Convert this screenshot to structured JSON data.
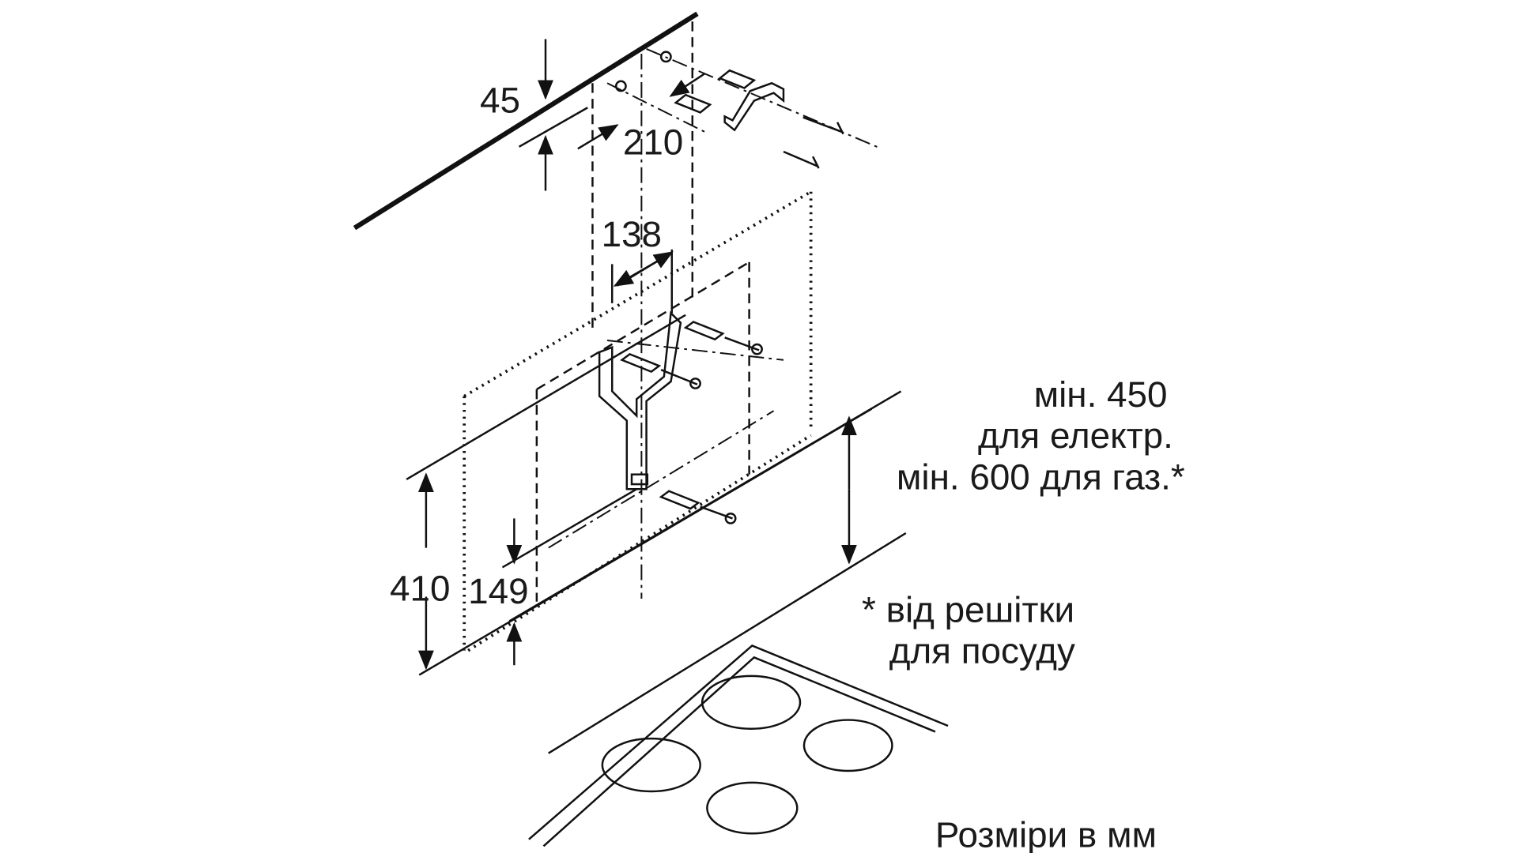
{
  "diagram": {
    "dimensions": {
      "wall_offset": "45",
      "hole_spacing_top": "210",
      "bracket_width": "138",
      "hood_height": "410",
      "lower_bracket_offset": "149"
    },
    "clearance_note": {
      "line1": "мін. 450",
      "line2": "для електр.",
      "line3": "мін. 600 для газ.*"
    },
    "footnote": {
      "line1": "* від решітки",
      "line2": "для посуду"
    },
    "units_label": "Розміри в мм"
  }
}
